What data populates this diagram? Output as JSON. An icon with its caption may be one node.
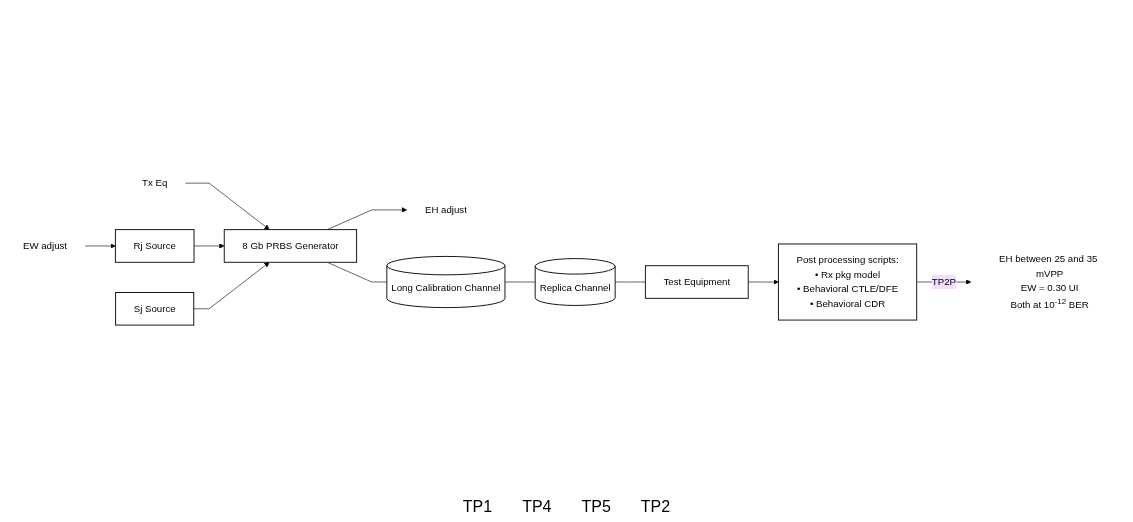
{
  "diagram": {
    "nodes": [
      {
        "text": [
          "Tx Eq"
        ]
      },
      {
        "text": [
          "EH adjust"
        ]
      },
      {
        "text": [
          "8 Gb PRBS Generator"
        ]
      },
      {
        "text": [
          "Long Calibration Channel"
        ]
      },
      {
        "text": [
          "Replica Channel"
        ]
      },
      {
        "text": [
          "Test Equipment"
        ]
      },
      {
        "text": [
          "Post processing scripts:",
          "• Rx pkg model",
          "• Behavioral CTLE/DFE",
          "• Behavioral CDR"
        ]
      },
      {
        "text": [
          "Rj Source"
        ]
      },
      {
        "text": [
          "Sj Source"
        ]
      },
      {
        "text": [
          "EW adjust"
        ]
      },
      {
        "text": [
          "EH between 25 and 35 mVPP",
          "EW = 0.30 UI",
          "Both at 10$^{-12}$ BER"
        ]
      }
    ],
    "edges": [
      {
        "from": 0,
        "to": 2,
        "arrow": "to"
      },
      {
        "from": 2,
        "to": 1,
        "arrow": "to"
      },
      {
        "from": 2,
        "to": 3,
        "arrow": "none"
      },
      {
        "from": 3,
        "to": 4,
        "arrow": "none"
      },
      {
        "from": 4,
        "to": 5,
        "arrow": "none"
      },
      {
        "from": 5,
        "to": 6,
        "arrow": "to"
      },
      {
        "from": 6,
        "to": 10,
        "label": "TP2P",
        "arrow": "to"
      },
      {
        "from": 7,
        "to": 2,
        "arrow": "to"
      },
      {
        "from": 8,
        "to": 2,
        "arrow": "to"
      },
      {
        "from": 9,
        "to": 7,
        "arrow": "to"
      }
    ],
    "labels": [
      "TP1",
      "TP4",
      "TP5",
      "TP2"
    ]
  }
}
